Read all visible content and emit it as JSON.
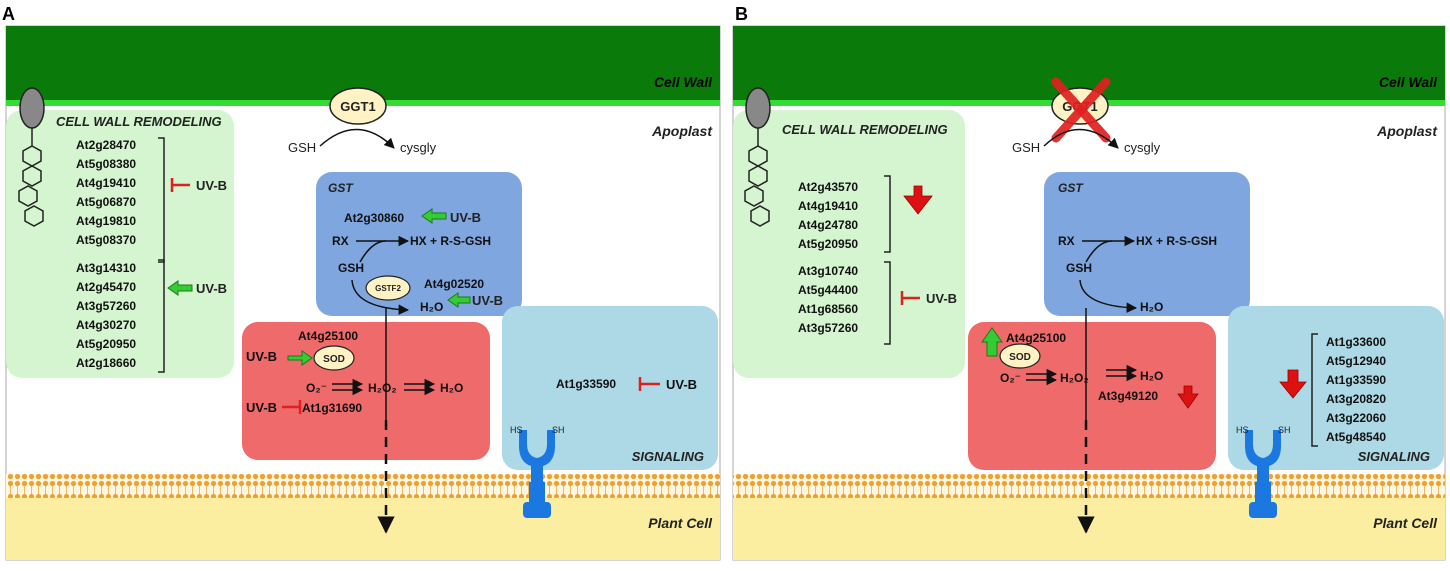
{
  "panels": [
    {
      "letter": "A",
      "cell_wall": "Cell Wall",
      "apoplast": "Apoplast",
      "plant_cell": "Plant Cell",
      "ggt1": "GGT1",
      "gsh": "GSH",
      "cysgly": "cysgly",
      "cwr_title": "CELL WALL REMODELING",
      "cwr_group1": [
        "At2g28470",
        "At5g08380",
        "At4g19410",
        "At5g06870",
        "At4g19810",
        "At5g08370"
      ],
      "cwr_group1_label": "UV-B",
      "cwr_group2": [
        "At3g14310",
        "At2g45470",
        "At3g57260",
        "At4g30270",
        "At5g20950",
        "At2g18660"
      ],
      "cwr_group2_label": "UV-B",
      "gst_title": "GST",
      "gst_gene1": "At2g30860",
      "gst_gene1_label": "UV-B",
      "rx": "RX",
      "hx": "HX + R-S-GSH",
      "gst_gsh": "GSH",
      "gstf2": "GSTF2",
      "gst_gene2": "At4g02520",
      "h2o_gst": "H₂O",
      "gst_gene2_label": "UV-B",
      "ros_gene_top": "At4g25100",
      "ros_uvb_top": "UV-B",
      "sod": "SOD",
      "o2": "O₂⁻",
      "h2o2": "H₂O₂",
      "h2o_ros": "H₂O",
      "ros_uvb_bottom": "UV-B",
      "ros_gene_bottom": "At1g31690",
      "sig_gene": "At1g33590",
      "sig_label": "UV-B",
      "sig_title": "SIGNALING",
      "hs": "HS",
      "sh": "SH"
    },
    {
      "letter": "B",
      "cell_wall": "Cell Wall",
      "apoplast": "Apoplast",
      "plant_cell": "Plant Cell",
      "ggt1": "GGT1",
      "gsh": "GSH",
      "cysgly": "cysgly",
      "cwr_title": "CELL WALL REMODELING",
      "cwr_group1": [
        "At2g43570",
        "At4g19410",
        "At4g24780",
        "At5g20950"
      ],
      "cwr_group2": [
        "At3g10740",
        "At5g44400",
        "At1g68560",
        "At3g57260"
      ],
      "cwr_group2_label": "UV-B",
      "gst_title": "GST",
      "rx": "RX",
      "hx": "HX + R-S-GSH",
      "gst_gsh": "GSH",
      "h2o_gst": "H₂O",
      "ros_gene_top": "At4g25100",
      "sod": "SOD",
      "o2": "O₂⁻",
      "h2o2": "H₂O₂",
      "h2o_ros": "H₂O",
      "ros_gene_bottom": "At3g49120",
      "sig_genes": [
        "At1g33600",
        "At5g12940",
        "At1g33590",
        "At3g20820",
        "At3g22060",
        "At5g48540"
      ],
      "sig_title": "SIGNALING",
      "hs": "HS",
      "sh": "SH"
    }
  ],
  "colors": {
    "cell_wall": "#0a7a0a",
    "cell_wall_edge": "#33dd33",
    "cwr_box": "#d4f5d0",
    "gst_box": "#7fa6de",
    "ros_box": "#ef6a6a",
    "sig_box": "#add8e6",
    "cytoplasm": "#fbeea0",
    "membrane": "#f0a030",
    "enzyme": "#fff2c4",
    "up_arrow": "#33cc33",
    "down_arrow": "#dd1111",
    "inhibit": "#e02020",
    "receptor": "#1a78e0"
  }
}
